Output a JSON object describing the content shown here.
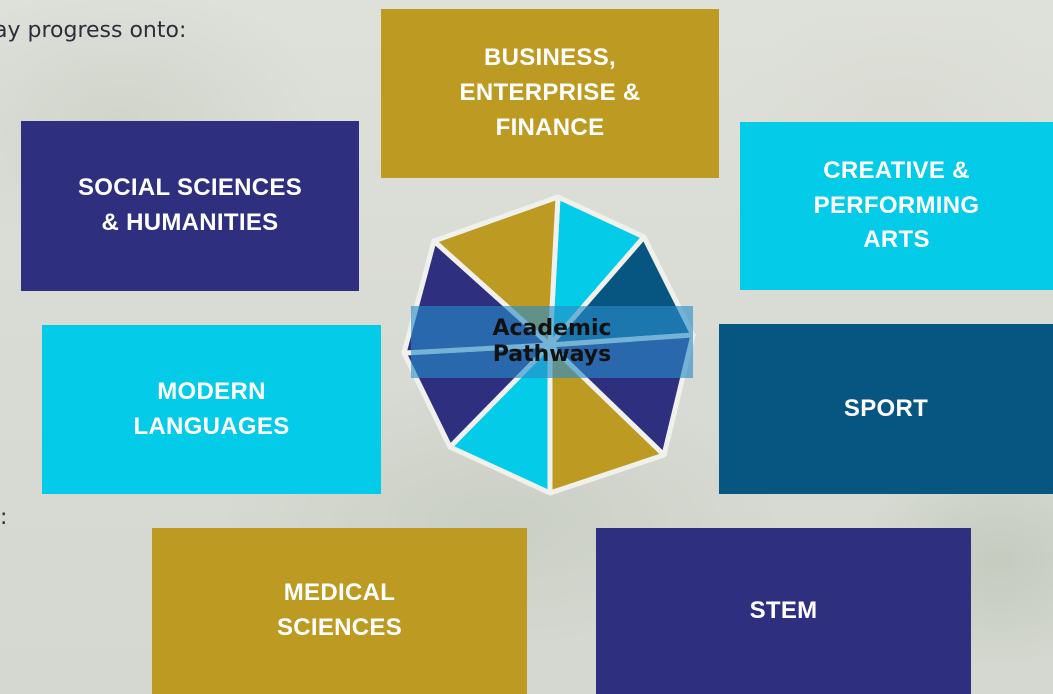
{
  "intro_text": "ay progress onto:",
  "colon_mark": ":",
  "colors": {
    "gold": "#bd9a22",
    "navy": "#2f2f80",
    "cyan": "#03cbe8",
    "teal": "#075681"
  },
  "pathways": {
    "business": [
      "BUSINESS,",
      "ENTERPRISE &",
      "FINANCE"
    ],
    "creative": [
      "CREATIVE &",
      "PERFORMING",
      "ARTS"
    ],
    "social": [
      "SOCIAL SCIENCES",
      "& HUMANITIES"
    ],
    "modern": [
      "MODERN",
      "LANGUAGES"
    ],
    "sport": [
      "SPORT"
    ],
    "medical": [
      "MEDICAL",
      "SCIENCES"
    ],
    "stem": [
      "STEM"
    ]
  },
  "center": {
    "line1": "Academic",
    "line2": "Pathways"
  }
}
